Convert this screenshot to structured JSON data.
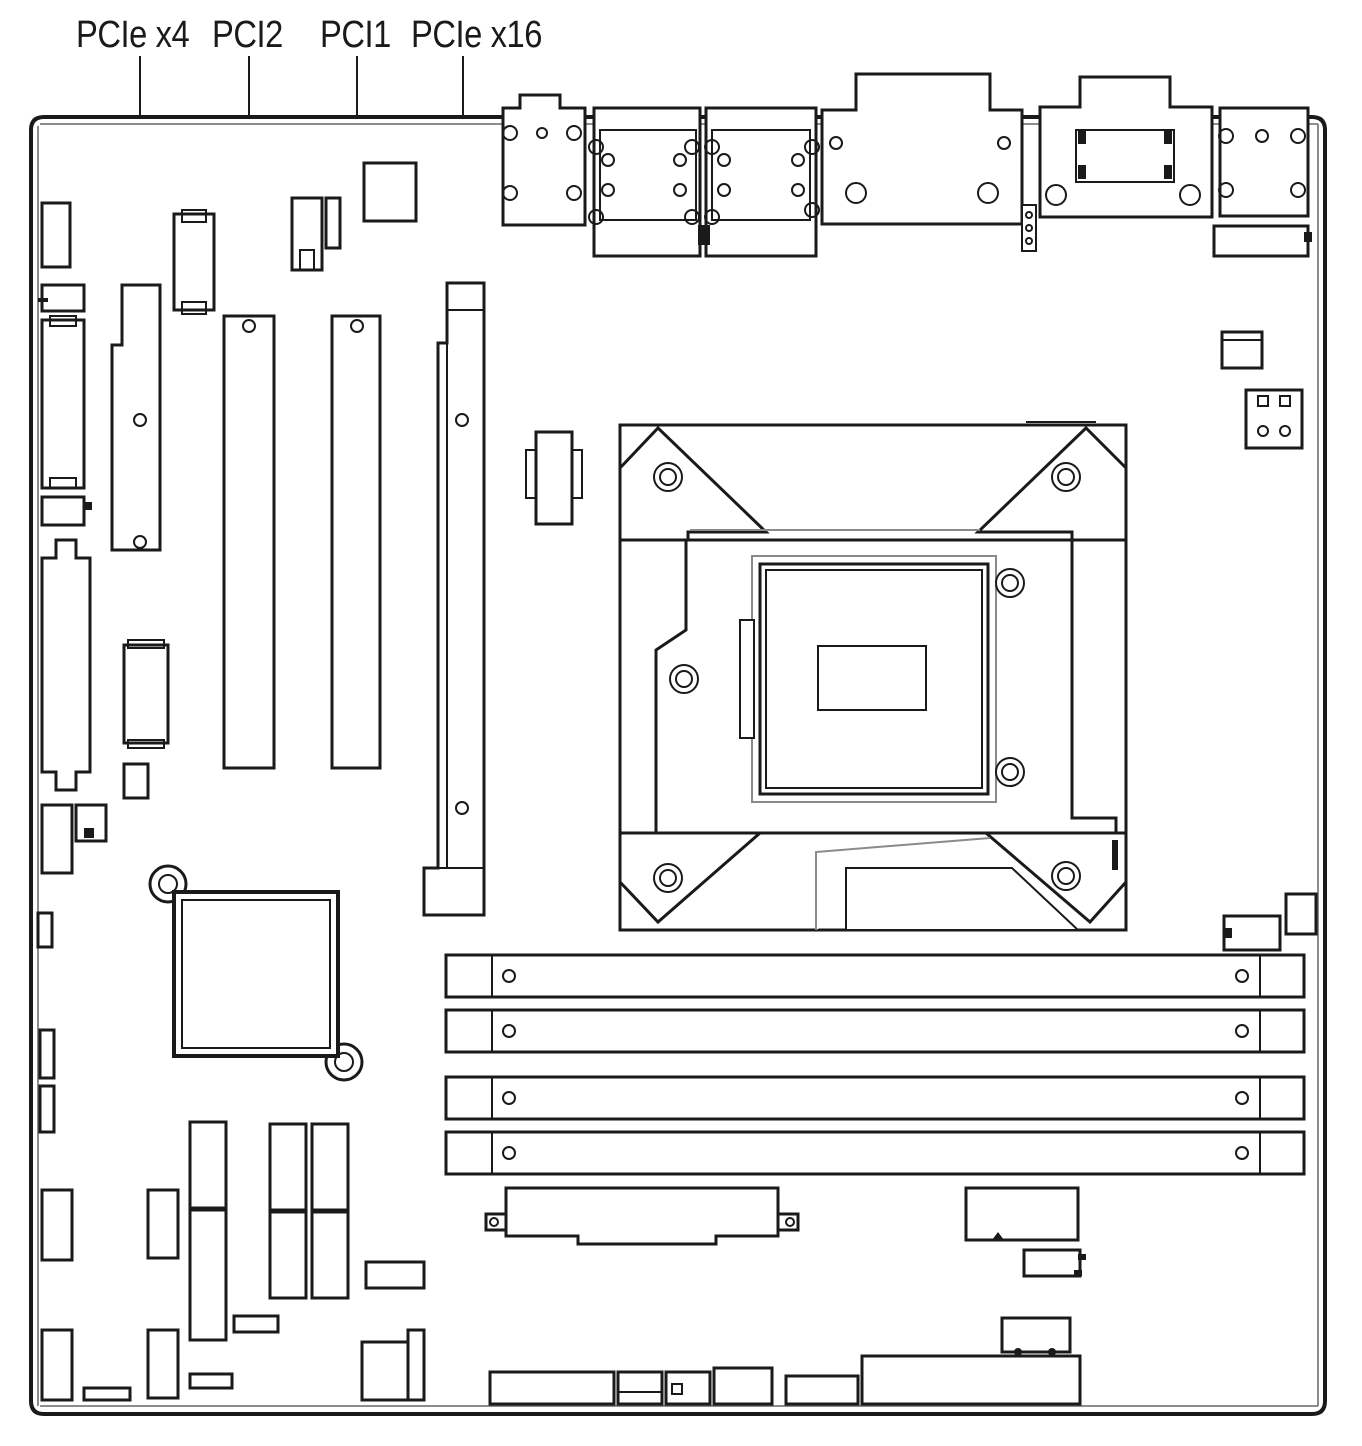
{
  "diagram": {
    "labels": {
      "pcie_x4": "PCIe x4",
      "pci2": "PCI2",
      "pci1": "PCI1",
      "pcie_x16": "PCIe x16"
    }
  }
}
